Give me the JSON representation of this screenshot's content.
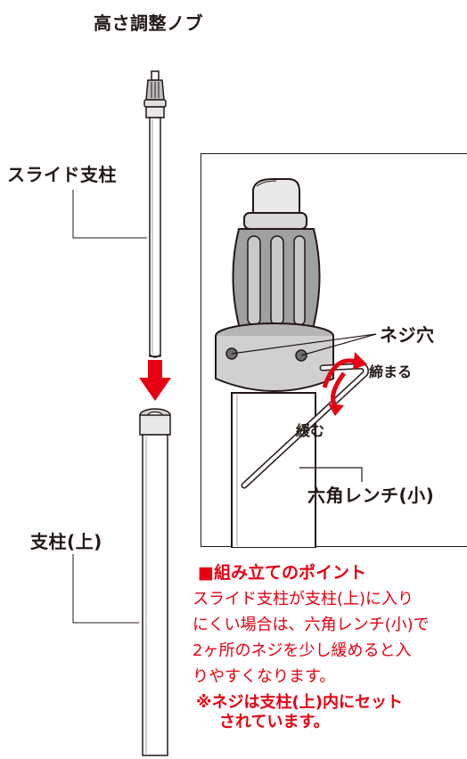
{
  "labels": {
    "knob": "高さ調整ノブ",
    "slide_pole": "スライド支柱",
    "upper_pole": "支柱(上)",
    "screw_hole": "ネジ穴",
    "tighten": "締まる",
    "loosen": "緩む",
    "hex_wrench": "六角レンチ(小)"
  },
  "tip": {
    "title": "■組み立てのポイント",
    "lines": [
      "スライド支柱が支柱(上)に入り",
      "にくい場合は、六角レンチ(小)で",
      "2ヶ所のネジを少し緩めると入",
      "りやすくなります。"
    ],
    "note_line1": "※ネジは支柱(上)内にセット",
    "note_line2": "されています。"
  },
  "colors": {
    "accent_red": "#e60012",
    "line": "#231815",
    "metal_gray": "#9fa0a0"
  }
}
